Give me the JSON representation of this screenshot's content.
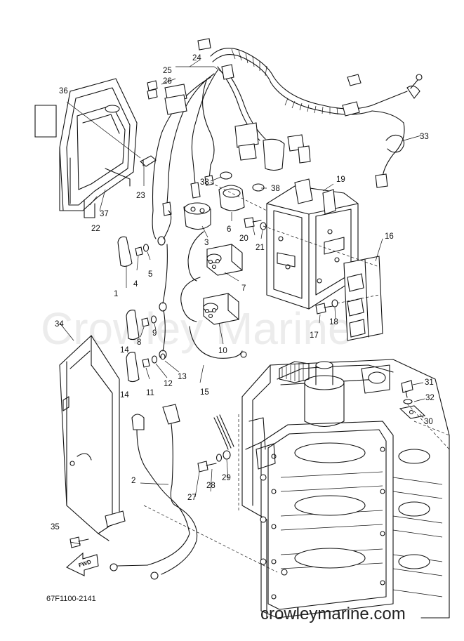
{
  "watermark": "Crowley Marine",
  "drawing_code": "67F1100-2141",
  "website": "crowleymarine.com",
  "fwd_label": "FWD",
  "callouts": [
    {
      "id": "c1",
      "text": "1"
    },
    {
      "id": "c2",
      "text": "2"
    },
    {
      "id": "c3",
      "text": "3"
    },
    {
      "id": "c4",
      "text": "4"
    },
    {
      "id": "c5",
      "text": "5"
    },
    {
      "id": "c6",
      "text": "6"
    },
    {
      "id": "c7",
      "text": "7"
    },
    {
      "id": "c8",
      "text": "8"
    },
    {
      "id": "c9",
      "text": "9"
    },
    {
      "id": "c10",
      "text": "10"
    },
    {
      "id": "c11",
      "text": "11"
    },
    {
      "id": "c12",
      "text": "12"
    },
    {
      "id": "c13",
      "text": "13"
    },
    {
      "id": "c14a",
      "text": "14"
    },
    {
      "id": "c14b",
      "text": "14"
    },
    {
      "id": "c15",
      "text": "15"
    },
    {
      "id": "c16",
      "text": "16"
    },
    {
      "id": "c17",
      "text": "17"
    },
    {
      "id": "c18",
      "text": "18"
    },
    {
      "id": "c19",
      "text": "19"
    },
    {
      "id": "c20",
      "text": "20"
    },
    {
      "id": "c21",
      "text": "21"
    },
    {
      "id": "c22",
      "text": "22"
    },
    {
      "id": "c23",
      "text": "23"
    },
    {
      "id": "c24",
      "text": "24"
    },
    {
      "id": "c25",
      "text": "25"
    },
    {
      "id": "c26",
      "text": "26"
    },
    {
      "id": "c27",
      "text": "27"
    },
    {
      "id": "c28",
      "text": "28"
    },
    {
      "id": "c29",
      "text": "29"
    },
    {
      "id": "c30",
      "text": "30"
    },
    {
      "id": "c31",
      "text": "31"
    },
    {
      "id": "c32",
      "text": "32"
    },
    {
      "id": "c33",
      "text": "33"
    },
    {
      "id": "c34",
      "text": "34"
    },
    {
      "id": "c35",
      "text": "35"
    },
    {
      "id": "c36",
      "text": "36"
    },
    {
      "id": "c37",
      "text": "37"
    },
    {
      "id": "c38a",
      "text": "38"
    },
    {
      "id": "c38b",
      "text": "38"
    }
  ]
}
